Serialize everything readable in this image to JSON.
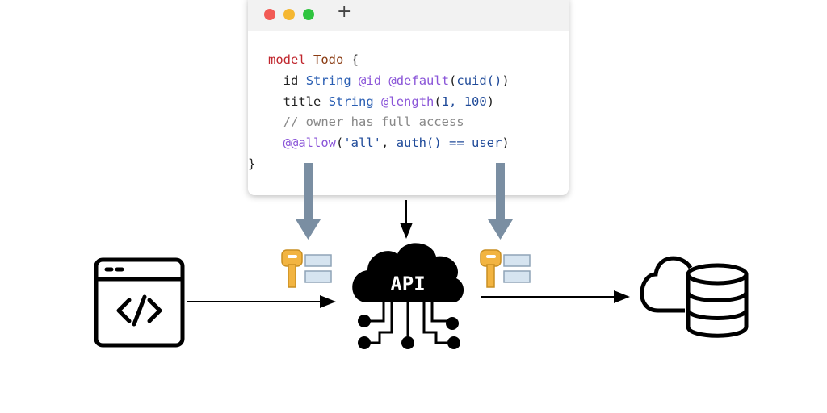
{
  "window": {
    "traffic_lights": {
      "close": "#f25a55",
      "minimize": "#f5b731",
      "maximize": "#2fc43f"
    },
    "new_tab_icon": "+",
    "code": {
      "line1": {
        "keyword": "model",
        "name": "Todo",
        "brace": "{"
      },
      "line2": {
        "field": "id",
        "type": "String",
        "attr1": "@id",
        "attr2": "@default",
        "paren_open": "(",
        "fn": "cuid()",
        "paren_close": ")"
      },
      "line3": {
        "field": "title",
        "type": "String",
        "attr": "@length",
        "args_open": "(",
        "args": "1, 100",
        "args_close": ")"
      },
      "line4": {
        "comment": "// owner has full access"
      },
      "line5": {
        "attr": "@@allow",
        "open": "(",
        "str": "'all'",
        "sep": ", ",
        "expr": "auth() == user",
        "close": ")"
      },
      "line6": {
        "brace": "}"
      }
    }
  },
  "diagram": {
    "api_label": "API",
    "arrow_color": "#7a8ea2",
    "key_color": "#f2b441",
    "table_color": "#d6e4f0"
  }
}
